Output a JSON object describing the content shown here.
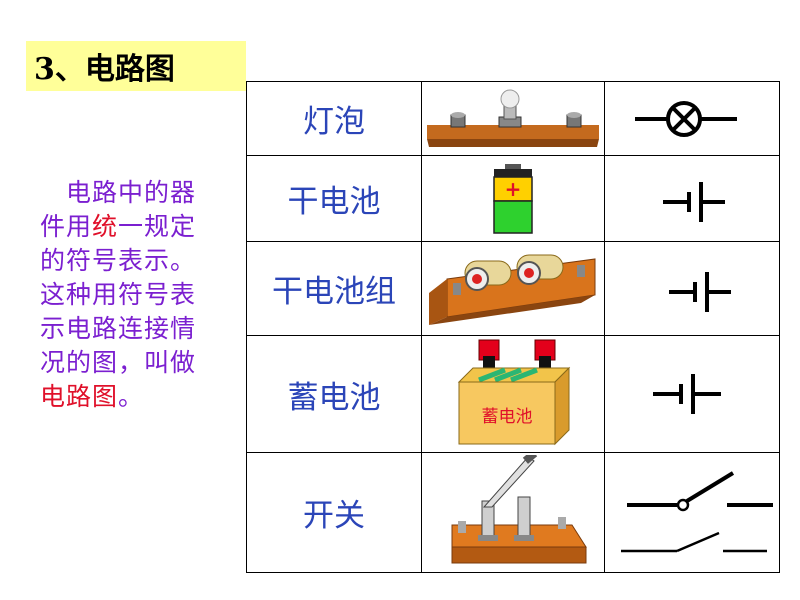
{
  "heading": "3、电路图",
  "description": {
    "lines": [
      [
        {
          "t": "　电路中的器",
          "red": false
        }
      ],
      [
        {
          "t": "件用",
          "red": false
        },
        {
          "t": "统",
          "red": true
        },
        {
          "t": "一规定",
          "red": false
        }
      ],
      [
        {
          "t": "的符号表示。",
          "red": false
        }
      ],
      [
        {
          "t": "这种用符号表",
          "red": false
        }
      ],
      [
        {
          "t": "示电路连接情",
          "red": false
        }
      ],
      [
        {
          "t": "况的图，叫做",
          "red": false
        }
      ],
      [
        {
          "t": "电路图",
          "red": true
        },
        {
          "t": "。",
          "red": false
        }
      ]
    ]
  },
  "rows": [
    {
      "name": "灯泡",
      "picture": "lamp-icon",
      "symbol": "lamp-symbol-icon"
    },
    {
      "name": "干电池",
      "picture": "dry-cell-icon",
      "symbol": "cell-symbol-icon",
      "picture_label": "+"
    },
    {
      "name": "干电池组",
      "picture": "battery-pack-icon",
      "symbol": "cell-symbol-icon"
    },
    {
      "name": "蓄电池",
      "picture": "storage-battery-icon",
      "symbol": "cell-symbol-icon",
      "picture_label": "蓄电池"
    },
    {
      "name": "开关",
      "picture": "knife-switch-icon",
      "symbol": "switch-symbol-icon"
    }
  ],
  "colors": {
    "heading_bg": "#ffff99",
    "name_text": "#2b45b8",
    "desc_text": "#7b1fd0",
    "highlight": "#e0102a",
    "wood": "#d9741c"
  }
}
